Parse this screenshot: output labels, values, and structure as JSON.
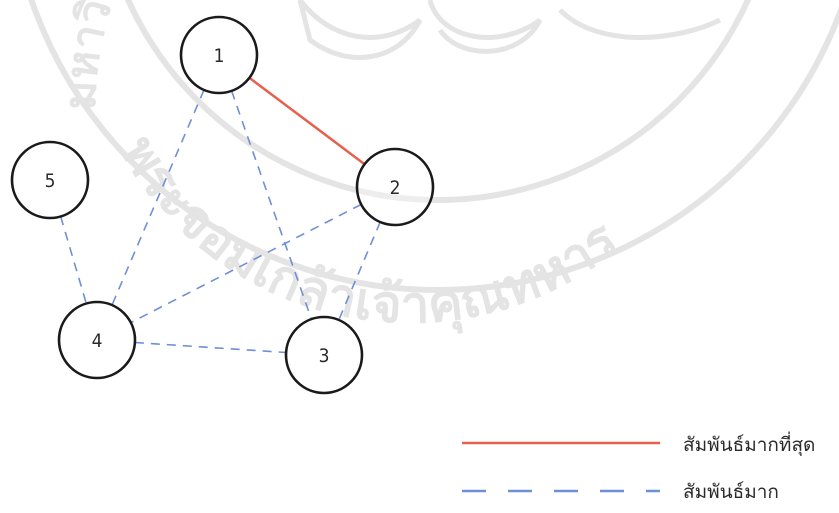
{
  "watermark": {
    "text_top": "มหาวิทยาลัยเทคโนโลยีพระจอมเกล้าเจ้าคุณทหาร",
    "text_mid": "พระจอมเกล้าเจ้าคุณทหาร",
    "color": "#cccccc"
  },
  "diagram": {
    "nodes": [
      {
        "id": "1",
        "label": "1"
      },
      {
        "id": "2",
        "label": "2"
      },
      {
        "id": "3",
        "label": "3"
      },
      {
        "id": "4",
        "label": "4"
      },
      {
        "id": "5",
        "label": "5"
      }
    ],
    "edges": [
      {
        "from": "1",
        "to": "2",
        "type": "strongest"
      },
      {
        "from": "1",
        "to": "4",
        "type": "strong"
      },
      {
        "from": "1",
        "to": "3",
        "type": "strong"
      },
      {
        "from": "5",
        "to": "4",
        "type": "strong"
      },
      {
        "from": "2",
        "to": "4",
        "type": "strong"
      },
      {
        "from": "2",
        "to": "3",
        "type": "strong"
      },
      {
        "from": "4",
        "to": "3",
        "type": "strong"
      }
    ],
    "colors": {
      "strongest": "#e8604c",
      "strong": "#6f8fd8",
      "node_stroke": "#1a1a1a"
    }
  },
  "legend": {
    "strongest_label": "สัมพันธ์มากที่สุด",
    "strong_label": "สัมพันธ์มาก"
  }
}
